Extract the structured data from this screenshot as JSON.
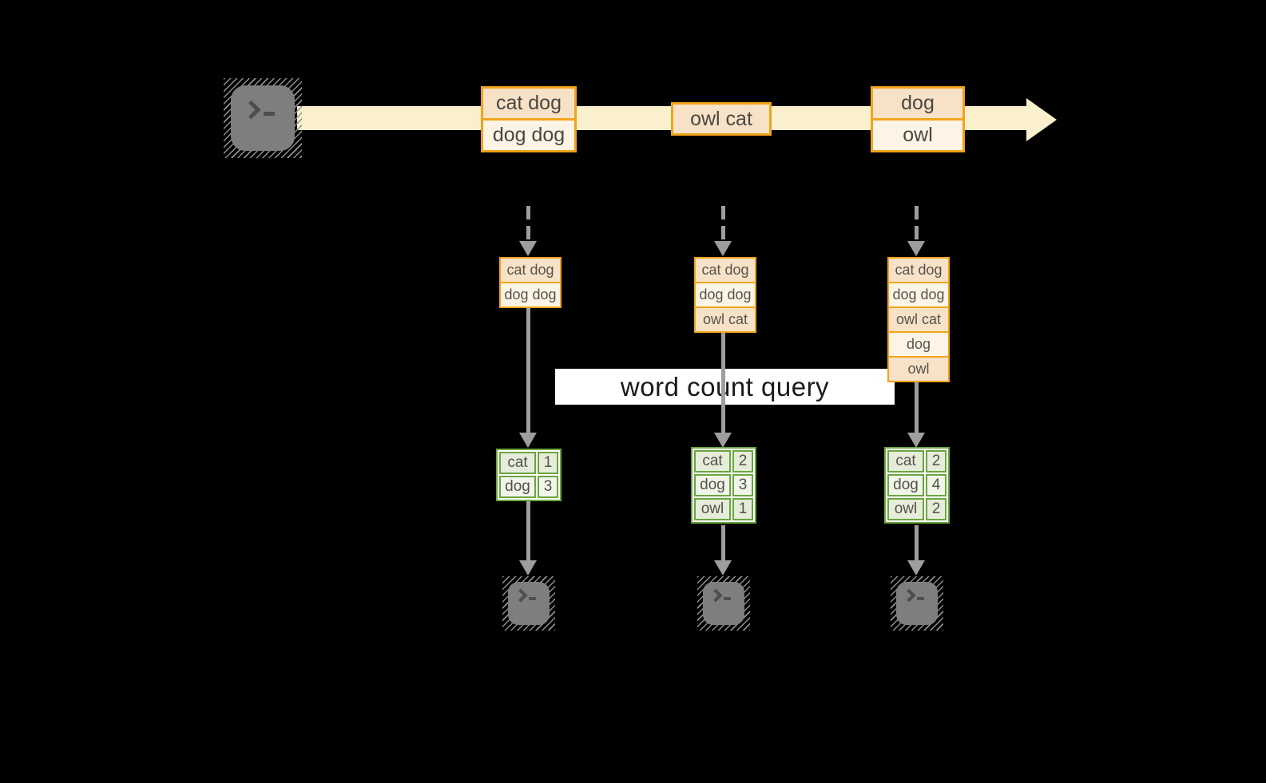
{
  "diagram": {
    "query_label": "word count query"
  },
  "stream": {
    "events": [
      {
        "lines": [
          "cat dog",
          "dog dog"
        ]
      },
      {
        "lines": [
          "owl cat"
        ]
      },
      {
        "lines": [
          "dog",
          "owl"
        ]
      }
    ]
  },
  "columns": [
    {
      "buffer": [
        "cat dog",
        "dog dog"
      ],
      "counts": [
        {
          "word": "cat",
          "count": "1"
        },
        {
          "word": "dog",
          "count": "3"
        }
      ]
    },
    {
      "buffer": [
        "cat dog",
        "dog dog",
        "owl cat"
      ],
      "counts": [
        {
          "word": "cat",
          "count": "2"
        },
        {
          "word": "dog",
          "count": "3"
        },
        {
          "word": "owl",
          "count": "1"
        }
      ]
    },
    {
      "buffer": [
        "cat dog",
        "dog dog",
        "owl cat",
        "dog",
        "owl"
      ],
      "counts": [
        {
          "word": "cat",
          "count": "2"
        },
        {
          "word": "dog",
          "count": "4"
        },
        {
          "word": "owl",
          "count": "2"
        }
      ]
    }
  ],
  "colors": {
    "background": "#000000",
    "stream_band": "#FBF0CD",
    "event_border": "#F0A419",
    "event_fill_dark": "#F8E2C7",
    "event_fill_light": "#FDF4E6",
    "arrow_gray": "#9E9E9E",
    "table_border": "#6BA53F",
    "table_fill_dark": "#E5EDDA",
    "table_fill_light": "#F0F5EA",
    "banner_bg": "#FFFFFF",
    "terminal_gray": "#7E7E7E"
  }
}
